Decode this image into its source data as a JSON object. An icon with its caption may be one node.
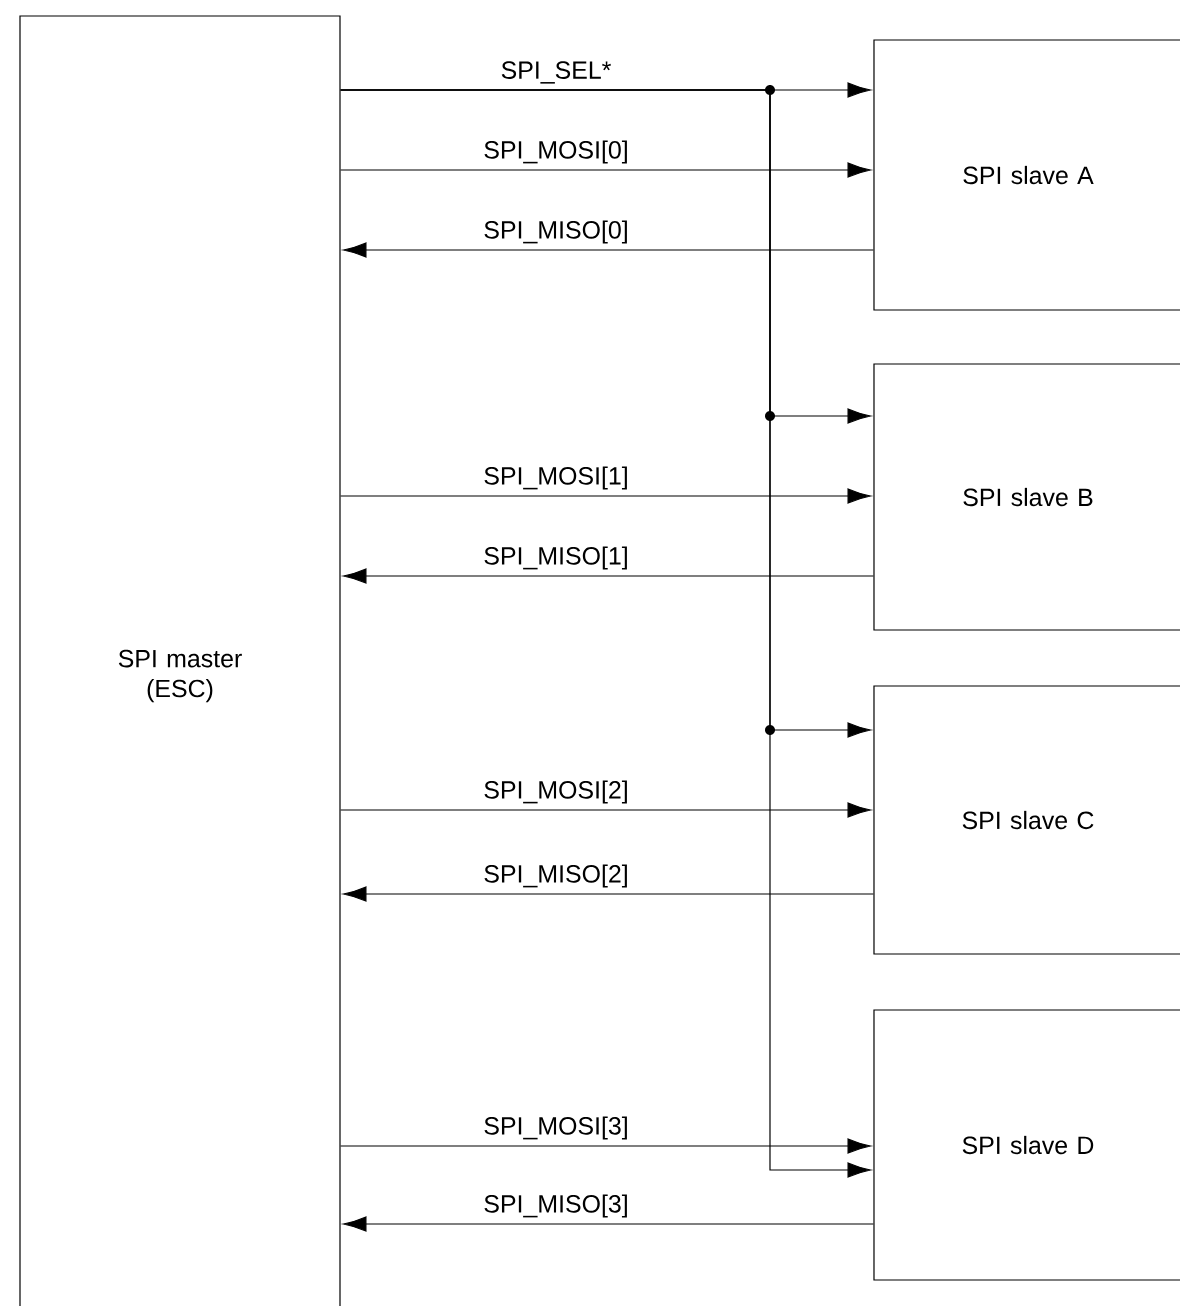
{
  "diagram": {
    "nodes": [
      {
        "text": [
          "SPI master (ESC)"
        ]
      },
      {
        "text": [
          "SPI slave A"
        ]
      },
      {
        "text": [
          "SPI slave B"
        ]
      },
      {
        "text": [
          "SPI slave C"
        ]
      },
      {
        "text": [
          "SPI slave D"
        ]
      }
    ],
    "edges": [
      {
        "from": 0,
        "to": 1,
        "arrow": "to",
        "label": "SPI_SEL*"
      },
      {
        "from": 0,
        "to": 1,
        "arrow": "to",
        "label": "SPI_MOSI[0]"
      },
      {
        "from": 1,
        "to": 0,
        "arrow": "to",
        "label": "SPI_MISO[0]"
      },
      {
        "from": 0,
        "to": 2,
        "arrow": "to"
      },
      {
        "from": 0,
        "to": 2,
        "arrow": "to",
        "label": "SPI_MOSI[1]"
      },
      {
        "from": 2,
        "to": 0,
        "arrow": "to",
        "label": "SPI_MISO[1]"
      },
      {
        "from": 0,
        "to": 3,
        "arrow": "to"
      },
      {
        "from": 0,
        "to": 3,
        "arrow": "to",
        "label": "SPI_MOSI[2]"
      },
      {
        "from": 3,
        "to": 0,
        "arrow": "to",
        "label": "SPI_MISO[2]"
      },
      {
        "from": 0,
        "to": 4,
        "arrow": "to"
      },
      {
        "from": 0,
        "to": 4,
        "arrow": "to",
        "label": "SPI_MOSI[3]"
      },
      {
        "from": 4,
        "to": 0,
        "arrow": "to",
        "label": "SPI_MISO[3]"
      }
    ]
  }
}
